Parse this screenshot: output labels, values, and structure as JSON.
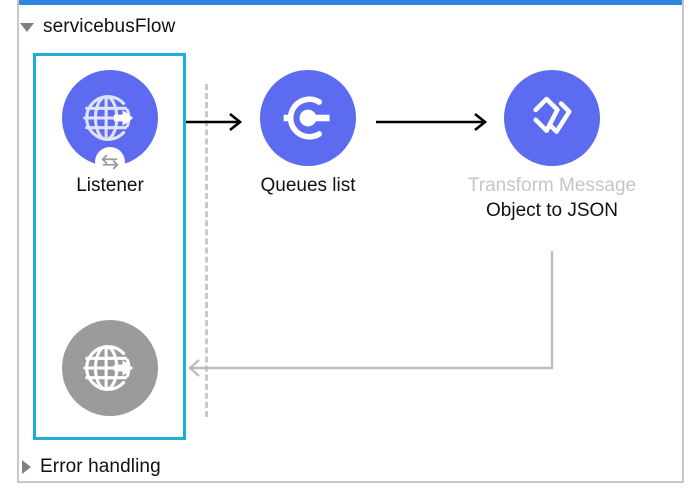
{
  "flow": {
    "title": "servicebusFlow",
    "collapse_icon": "triangle-down-icon",
    "selected": true
  },
  "error_section": {
    "title": "Error handling",
    "expand_icon": "triangle-right-icon"
  },
  "nodes": [
    {
      "id": "listener",
      "label": "Listener",
      "sublabel": "",
      "icon": "globe-arrow-icon",
      "badge_icon": "bidirectional-arrows-icon",
      "color": "#5c6bf0",
      "state": "enabled"
    },
    {
      "id": "queues-list",
      "label": "Queues list",
      "sublabel": "",
      "icon": "connector-c-icon",
      "color": "#5c6bf0",
      "state": "enabled"
    },
    {
      "id": "transform-message",
      "label": "Transform Message",
      "sublabel": "Object to JSON",
      "icon": "transform-v-icon",
      "color": "#5c6bf0",
      "state": "enabled"
    },
    {
      "id": "error-handler",
      "label": "",
      "sublabel": "",
      "icon": "globe-arrow-icon",
      "color": "#9b9b9b",
      "state": "disabled"
    }
  ],
  "connectors": [
    {
      "id": "listener-to-queues",
      "style": "solid",
      "color": "#000000"
    },
    {
      "id": "queues-to-transform",
      "style": "solid",
      "color": "#000000"
    },
    {
      "id": "transform-to-error",
      "style": "solid",
      "color": "#bdbdbd"
    }
  ],
  "colors": {
    "accent_top_bar": "#2e86de",
    "selection": "#1cafd6",
    "node_purple": "#5c6bf0",
    "node_gray": "#9b9b9b",
    "muted_text": "#c6c6c6",
    "frame": "#c8c8c8",
    "dashed": "#c9c9c9"
  }
}
